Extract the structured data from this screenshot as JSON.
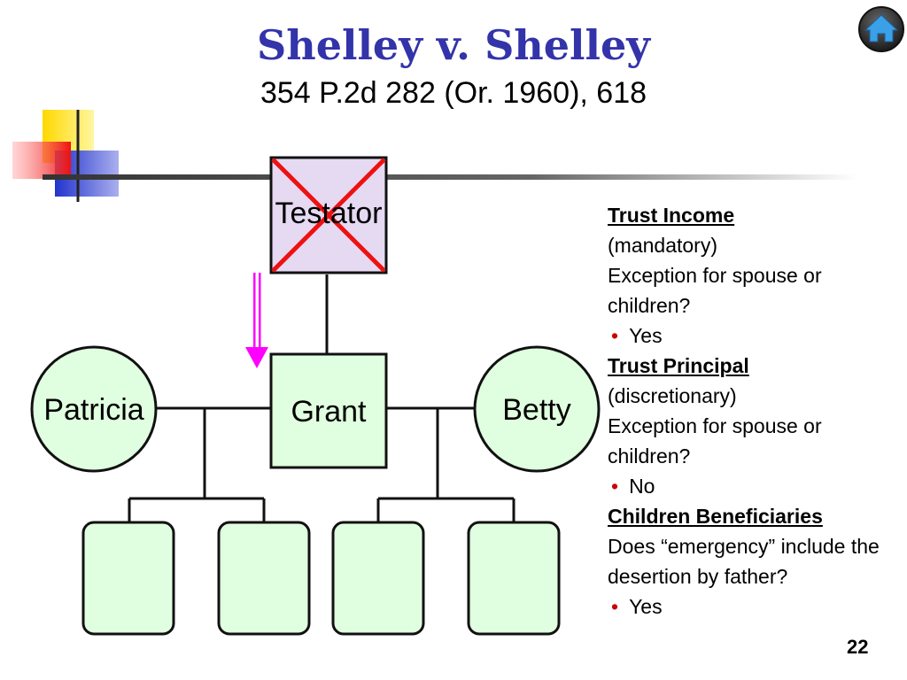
{
  "slide": {
    "title": "Shelley v. Shelley",
    "subtitle": "354 P.2d 282 (Or. 1960), 618",
    "page_number": "22",
    "home_icon": "home-icon"
  },
  "diagram": {
    "testator_label": "Testator",
    "grant_label": "Grant",
    "patricia_label": "Patricia",
    "betty_label": "Betty"
  },
  "notes": {
    "income_header": "Trust Income",
    "income_type": "(mandatory)",
    "income_question": "Exception for spouse or children?",
    "income_answer": "Yes",
    "principal_header": "Trust Principal",
    "principal_type": "(discretionary)",
    "principal_question": "Exception for spouse or children?",
    "principal_answer": "No",
    "children_header": "Children Beneficiaries",
    "children_question": "Does “emergency” include the desertion by father?",
    "children_answer": "Yes"
  },
  "colors": {
    "title": "#3333aa",
    "node_fill": "#e0ffe0",
    "testator_fill": "#e6d9f2",
    "cross": "#ee1111",
    "arrow": "#ff00ff",
    "bullet": "#cc0000"
  }
}
